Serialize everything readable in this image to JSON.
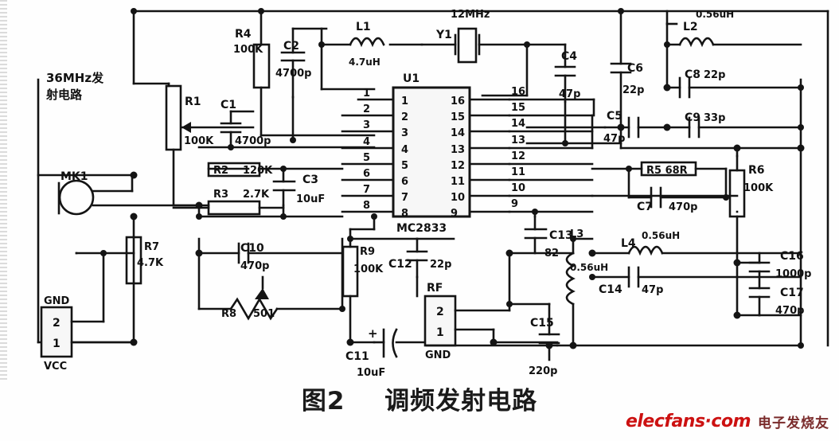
{
  "figure": {
    "caption_number": "图2",
    "caption_text": "调频发射电路",
    "annotation_left": "36MHz发\n射电路",
    "annotation_left_line1": "36MHz发",
    "annotation_left_line2": "射电路"
  },
  "watermark": {
    "english": "elecfans·com",
    "chinese": "电子发烧友",
    "color_en": "#cc1111",
    "color_cn": "#7a2b2b"
  },
  "ic": {
    "ref": "U1",
    "part": "MC2833",
    "pins_left": [
      "1",
      "2",
      "3",
      "4",
      "5",
      "6",
      "7",
      "8"
    ],
    "pins_right": [
      "16",
      "15",
      "14",
      "13",
      "12",
      "11",
      "10",
      "9"
    ],
    "net_labels_left": [
      "1",
      "2",
      "3",
      "4",
      "5",
      "6",
      "7",
      "8"
    ],
    "net_labels_right": [
      "16",
      "15",
      "14",
      "13",
      "12",
      "11",
      "10",
      "9"
    ]
  },
  "crystal": {
    "ref": "Y1",
    "value": "12MHz"
  },
  "microphone": {
    "ref": "MK1"
  },
  "connectors": [
    {
      "ref": "power",
      "top_label": "GND",
      "bottom_label": "VCC",
      "pins": [
        "2",
        "1"
      ]
    },
    {
      "ref": "RF",
      "top_label": "RF",
      "bottom_label": "GND",
      "pins": [
        "2",
        "1"
      ]
    }
  ],
  "resistors": [
    {
      "ref": "R1",
      "value": "100K",
      "type": "potentiometer"
    },
    {
      "ref": "R2",
      "value": "120K",
      "type": "fixed"
    },
    {
      "ref": "R3",
      "value": "2.7K",
      "type": "fixed"
    },
    {
      "ref": "R4",
      "value": "100K",
      "type": "fixed"
    },
    {
      "ref": "R5",
      "value": "68R",
      "type": "fixed"
    },
    {
      "ref": "R6",
      "value": "100K",
      "type": "fixed"
    },
    {
      "ref": "R7",
      "value": "4.7K",
      "type": "fixed"
    },
    {
      "ref": "R8",
      "value": "501",
      "type": "trimmer"
    },
    {
      "ref": "R9",
      "value": "100K",
      "type": "fixed"
    }
  ],
  "capacitors": [
    {
      "ref": "C1",
      "value": "4700p"
    },
    {
      "ref": "C2",
      "value": "4700p"
    },
    {
      "ref": "C3",
      "value": "10uF"
    },
    {
      "ref": "C4",
      "value": "47p"
    },
    {
      "ref": "C5",
      "value": "47p"
    },
    {
      "ref": "C6",
      "value": "22p"
    },
    {
      "ref": "C7",
      "value": "470p"
    },
    {
      "ref": "C8",
      "value": "22p"
    },
    {
      "ref": "C9",
      "value": "33p"
    },
    {
      "ref": "C10",
      "value": "470p"
    },
    {
      "ref": "C11",
      "value": "10uF"
    },
    {
      "ref": "C12",
      "value": "22p"
    },
    {
      "ref": "C13",
      "value": "82"
    },
    {
      "ref": "C14",
      "value": "47p"
    },
    {
      "ref": "C15",
      "value": "220p"
    },
    {
      "ref": "C16",
      "value": "1000p"
    },
    {
      "ref": "C17",
      "value": "470p"
    }
  ],
  "inductors": [
    {
      "ref": "L1",
      "value": "4.7uH"
    },
    {
      "ref": "L2",
      "value": "0.56uH"
    },
    {
      "ref": "L3",
      "value": "0.56uH"
    },
    {
      "ref": "L4",
      "value": "0.56uH"
    }
  ],
  "labels": {
    "r1_ref": "R1",
    "r1_val": "100K",
    "r2_ref": "R2",
    "r2_val": "120K",
    "r3_ref": "R3",
    "r3_val": "2.7K",
    "r4_ref": "R4",
    "r4_val": "100K",
    "r5_text": "R5 68R",
    "r6_ref": "R6",
    "r6_val": "100K",
    "r7_ref": "R7",
    "r7_val": "4.7K",
    "r8_ref": "R8",
    "r8_val": "501",
    "r9_ref": "R9",
    "r9_val": "100K",
    "c1_ref": "C1",
    "c1_val": "4700p",
    "c2_ref": "C2",
    "c2_val": "4700p",
    "c3_ref": "C3",
    "c3_val": "10uF",
    "c4_ref": "C4",
    "c4_val": "47p",
    "c5_ref": "C5",
    "c5_val": "47p",
    "c6_ref": "C6",
    "c6_val": "22p",
    "c7_ref": "C7",
    "c7_val": "470p",
    "c8_ref": "C8",
    "c8_val": "22p",
    "c9_ref": "C9",
    "c9_val": "33p",
    "c10_ref": "C10",
    "c10_val": "470p",
    "c11_ref": "C11",
    "c11_val": "10uF",
    "c12_ref": "C12",
    "c12_val": "22p",
    "c13_ref": "C13",
    "c13_val": "82",
    "c14_ref": "C14",
    "c14_val": "47p",
    "c15_ref": "C15",
    "c15_val": "220p",
    "c16_ref": "C16",
    "c16_val": "1000p",
    "c17_ref": "C17",
    "c17_val": "470p",
    "l1_ref": "L1",
    "l1_val": "4.7uH",
    "l2_ref": "L2",
    "l2_val": "0.56uH",
    "l3_ref": "L3",
    "l3_val": "0.56uH",
    "l4_ref": "L4",
    "l4_val": "0.56uH",
    "y1_ref": "Y1",
    "y1_val": "12MHz",
    "u1_ref": "U1",
    "u1_part": "MC2833",
    "mk1_ref": "MK1",
    "gnd_top": "GND",
    "vcc_bottom": "VCC",
    "rf_top": "RF",
    "rf_gnd": "GND",
    "pin2": "2",
    "pin1": "1",
    "rf_pin2": "2",
    "rf_pin1": "1"
  }
}
